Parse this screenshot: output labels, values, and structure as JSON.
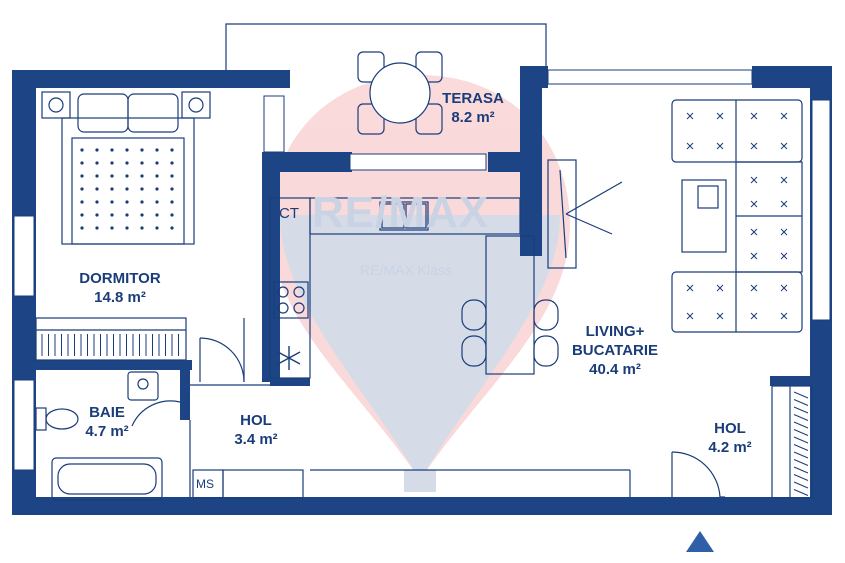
{
  "rooms": {
    "terasa": {
      "name": "TERASA",
      "area": "8.2 m²"
    },
    "dormitor": {
      "name": "DORMITOR",
      "area": "14.8 m²"
    },
    "living": {
      "name_line1": "LIVING+",
      "name_line2": "BUCATARIE",
      "area": "40.4 m²"
    },
    "baie": {
      "name": "BAIE",
      "area": "4.7 m²"
    },
    "hol_center": {
      "name": "HOL",
      "area": "3.4 m²"
    },
    "hol_right": {
      "name": "HOL",
      "area": "4.2 m²"
    }
  },
  "codes": {
    "ct": "CT",
    "ms": "MS"
  },
  "watermark": {
    "logo": "RE/MAX",
    "sub": "RE/MAX Klass"
  },
  "colors": {
    "wall": "#1d4585",
    "line": "#1a3d7a",
    "fill": "#ffffff"
  }
}
